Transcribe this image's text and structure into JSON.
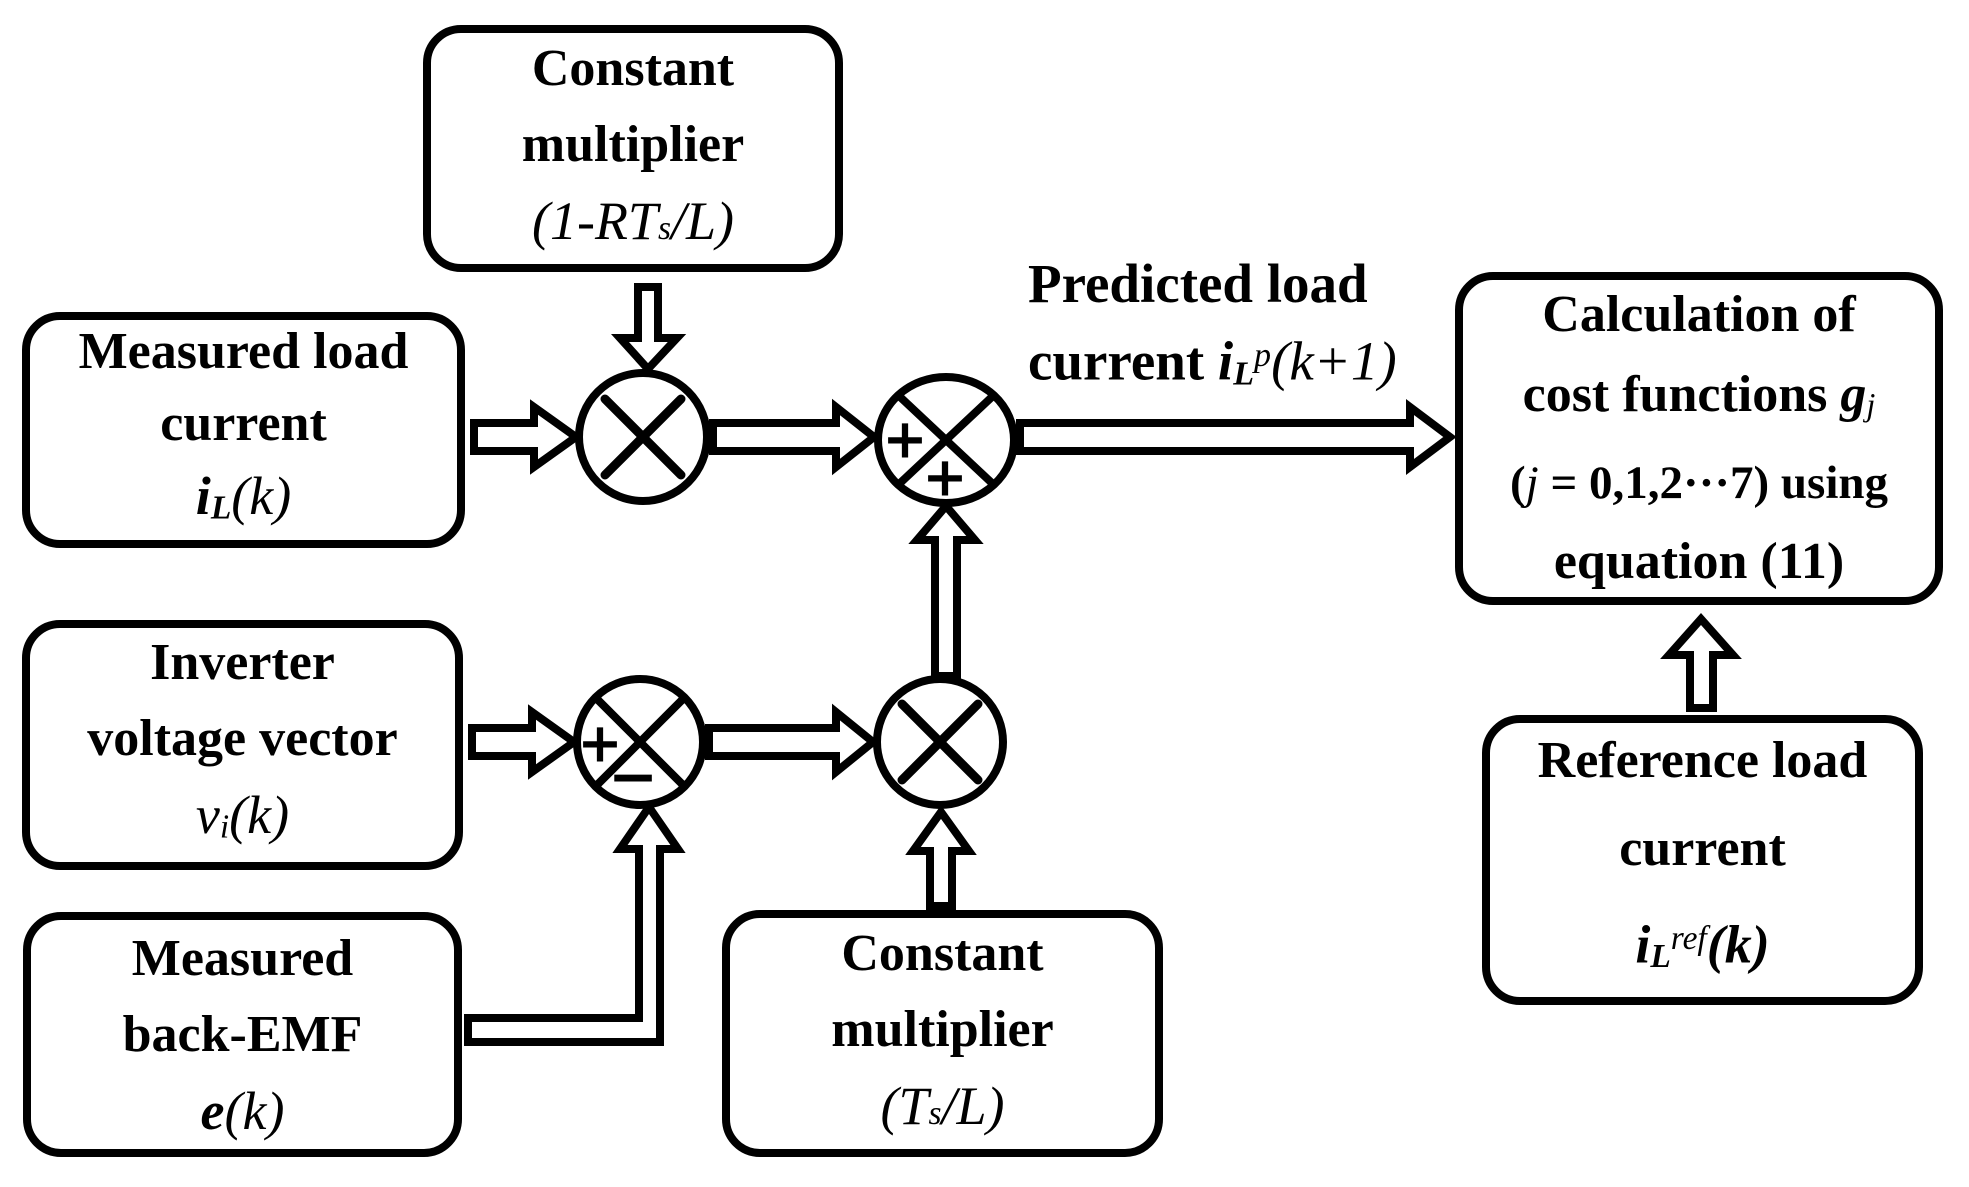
{
  "colors": {
    "ink": "#000000",
    "paper": "#ffffff"
  },
  "boxes": {
    "cm_top": {
      "l1": "Constant",
      "l2": "multiplier",
      "f_pre": "(1-",
      "f_main": "RT",
      "f_small": "s",
      "f_post": "/L)"
    },
    "load_current": {
      "l1": "Measured load",
      "l2": "current",
      "sym": "i",
      "sub": "L",
      "args": "(k)"
    },
    "inverter": {
      "l1": "Inverter",
      "l2": "voltage vector",
      "sym": "v",
      "sub": "i",
      "args": "(k)"
    },
    "back_emf": {
      "l1": "Measured",
      "l2": "back-EMF",
      "sym": "e",
      "args": "(k)"
    },
    "cm_bottom": {
      "l1": "Constant",
      "l2": "multiplier",
      "f_pre": "(",
      "f_main": "T",
      "f_small": "s",
      "f_post": "/L)"
    },
    "cost_calc": {
      "l1": "Calculation of",
      "l2a": "cost functions ",
      "l2_g": "g",
      "l2_j": "j",
      "l3a": "(",
      "l3_j": "j",
      "l3b": " = 0,1,2···7) using",
      "l4": "equation (11)"
    },
    "reference": {
      "l1": "Reference load",
      "l2": "current",
      "sym": "i",
      "sub": "L",
      "sup": "ref",
      "args": "(k)"
    }
  },
  "labels": {
    "predicted": {
      "l1": "Predicted load",
      "l2a": "current ",
      "sym": "i",
      "sub": "L",
      "sup": "p",
      "args": "(k+1)"
    }
  },
  "operators": {
    "sum_plus_left": "+",
    "sum_plus_bottom": "+",
    "diff_plus_left": "+",
    "diff_minus_bottom": "−"
  }
}
